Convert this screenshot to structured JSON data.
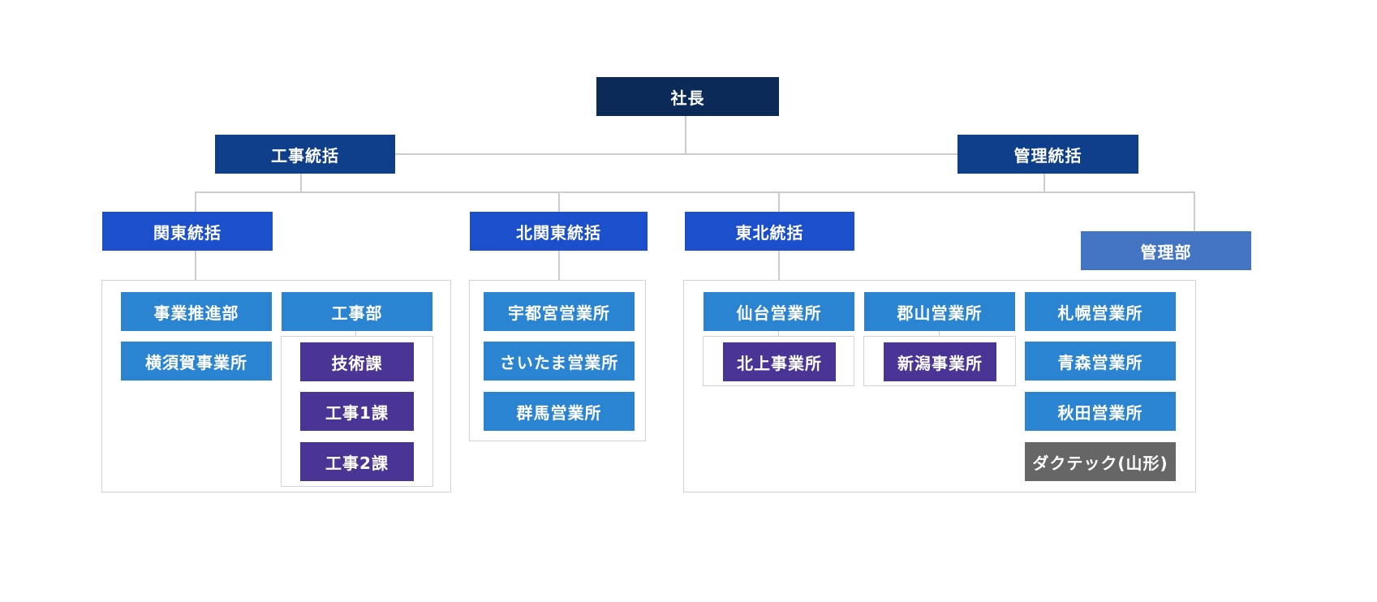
{
  "nodes": {
    "president": "社長",
    "construction_head": "工事統括",
    "admin_head": "管理統括",
    "kanto_head": "関東統括",
    "north_kanto_head": "北関東統括",
    "tohoku_head": "東北統括",
    "admin_dept": "管理部",
    "business_promotion": "事業推進部",
    "construction_dept": "工事部",
    "yokosuka_office": "横須賀事業所",
    "tech_section": "技術課",
    "construction_sec1": "工事1課",
    "construction_sec2": "工事2課",
    "utsunomiya": "宇都宮営業所",
    "saitama": "さいたま営業所",
    "gunma": "群馬営業所",
    "sendai": "仙台営業所",
    "koriyama": "郡山営業所",
    "sapporo": "札幌営業所",
    "kitakami": "北上事業所",
    "niigata": "新潟事業所",
    "aomori": "青森営業所",
    "akita": "秋田営業所",
    "ductech": "ダクテック(山形)"
  },
  "colors": {
    "top": "#0b2a57",
    "executive": "#0f3f8a",
    "regional": "#1c4fcb",
    "admin": "#4474c4",
    "office": "#2b84d2",
    "section": "#4a3597",
    "partner": "#666666",
    "connector": "#c9cdd3"
  }
}
